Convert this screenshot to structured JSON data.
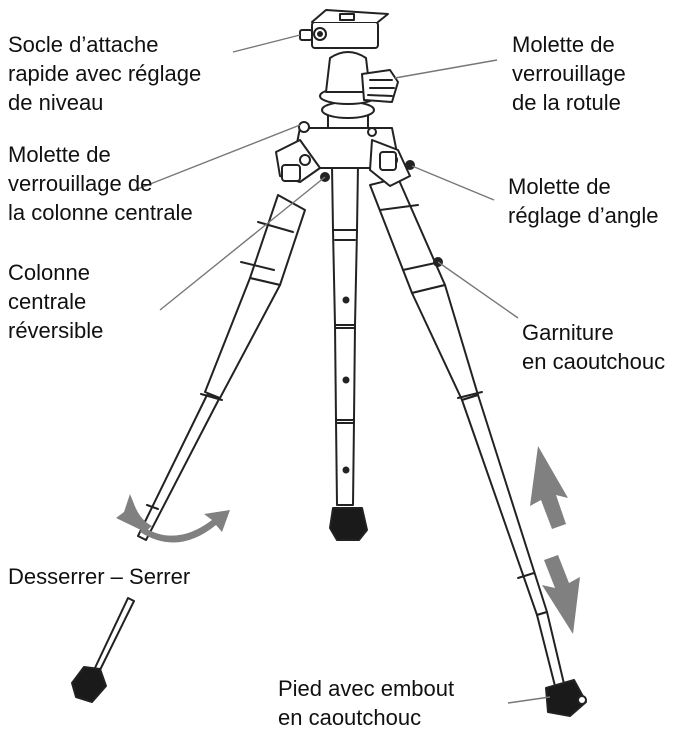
{
  "labels": {
    "socle": [
      "Socle d’attache",
      "rapide avec réglage",
      "de niveau"
    ],
    "molette_rotule": [
      "Molette de",
      "verrouillage",
      "de la rotule"
    ],
    "molette_colonne": [
      "Molette de",
      "verrouillage de",
      "la colonne centrale"
    ],
    "molette_angle": [
      "Molette de",
      "réglage d’angle"
    ],
    "colonne_reversible": [
      "Colonne",
      "centrale",
      "réversible"
    ],
    "garniture": [
      "Garniture",
      "en caoutchouc"
    ],
    "desserrer": "Desserrer – Serrer",
    "pied": [
      "Pied avec embout",
      "en caoutchouc"
    ]
  },
  "colors": {
    "line": "#222222",
    "leader": "#777777",
    "arrow": "#808080",
    "foot": "#1a1a1a"
  }
}
